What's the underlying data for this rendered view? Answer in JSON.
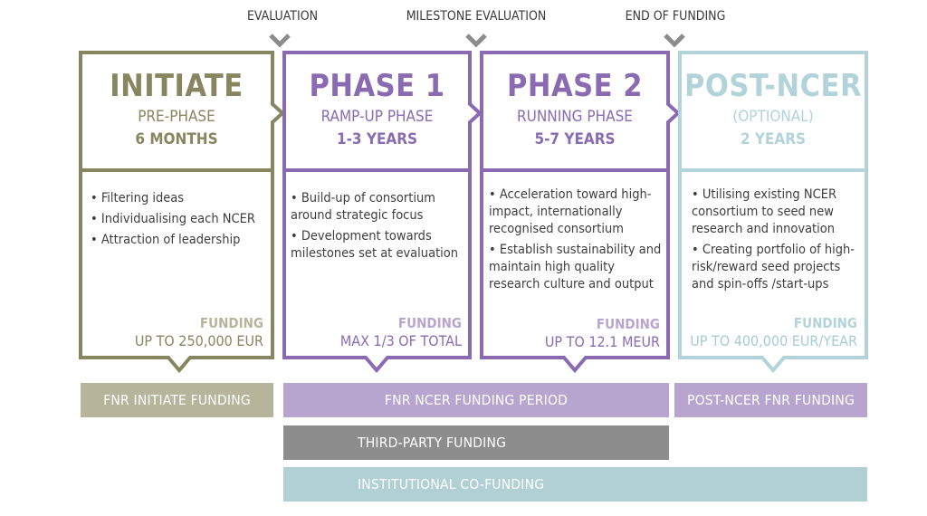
{
  "milestones": [
    "EVALUATION",
    "MILESTONE EVALUATION",
    "END OF FUNDING"
  ],
  "phases": [
    {
      "title": "INITIATE",
      "subtitle": "PRE-PHASE",
      "duration": "6 MONTHS",
      "bullets": [
        "Filtering ideas",
        "Individualising each NCER",
        "Attraction of leadership"
      ],
      "funding_label": "FUNDING",
      "funding_amount": "UP TO 250,000 EUR",
      "color": "#878660"
    },
    {
      "title": "PHASE 1",
      "subtitle": "RAMP-UP PHASE",
      "duration": "1-3 YEARS",
      "bullets": [
        "Build-up of consortium around strategic focus",
        "Development towards milestones set at evaluation"
      ],
      "funding_label": "FUNDING",
      "funding_amount": "MAX 1/3 OF TOTAL",
      "color": "#8a6bb1"
    },
    {
      "title": "PHASE 2",
      "subtitle": "RUNNING PHASE",
      "duration": "5-7 YEARS",
      "bullets": [
        "Acceleration toward high-impact, internationally recognised consortium",
        "Establish sustainability and maintain high quality research culture and output"
      ],
      "funding_label": "FUNDING",
      "funding_amount": "UP TO 12.1 MEUR",
      "color": "#8a6bb1"
    },
    {
      "title": "POST-NCER",
      "subtitle": "(OPTIONAL)",
      "duration": "2 YEARS",
      "bullets": [
        "Utilising existing NCER consortium to seed new research and innovation",
        "Creating portfolio of high-risk/reward seed projects and spin-offs /start-ups"
      ],
      "funding_label": "FUNDING",
      "funding_amount": "UP TO 400,000 EUR/YEAR",
      "color": "#b2d3d9"
    }
  ],
  "funding_bars": {
    "fnr_initiate": "FNR INITIATE FUNDING",
    "ncer_period": "FNR NCER FUNDING PERIOD",
    "post_ncer": "POST-NCER FNR FUNDING",
    "third_party": "THIRD-PARTY FUNDING",
    "institutional": "INSTITUTIONAL CO-FUNDING"
  },
  "colors": {
    "olive": "#878660",
    "olive_light": "#b6b59b",
    "purple": "#8a6bb1",
    "purple_light": "#b8a5cf",
    "teal": "#b2d3d9",
    "grey": "#8d8d8d",
    "teal_bar": "#b0d0d4"
  }
}
